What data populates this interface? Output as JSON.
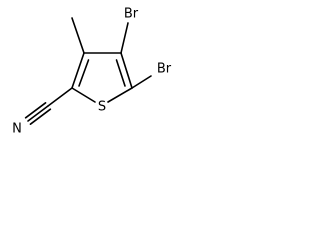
{
  "molecule": {
    "atoms": {
      "br_top": "Br",
      "br_right": "Br",
      "sulfur": "S",
      "nitrogen": "N"
    },
    "colors": {
      "ink": "#000000",
      "background": "#ffffff"
    }
  }
}
